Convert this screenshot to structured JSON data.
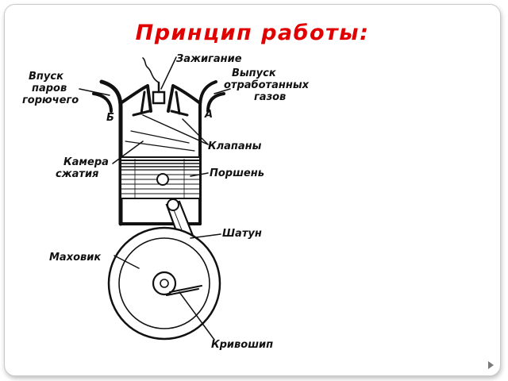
{
  "slide": {
    "title": "Принцип работы:",
    "title_color": "#e00000"
  },
  "diagram": {
    "labels": {
      "intake": [
        "Впуск",
        "паров",
        "горючего"
      ],
      "ignition": "Зажигание",
      "exhaust": [
        "Выпуск",
        "отработанных",
        "газов"
      ],
      "side_b": "Б",
      "side_a": "А",
      "valves": "Клапаны",
      "chamber": [
        "Камера",
        "сжатия"
      ],
      "piston": "Поршень",
      "rod": "Шатун",
      "flywheel": "Маховик",
      "crank": "Кривошип"
    }
  }
}
